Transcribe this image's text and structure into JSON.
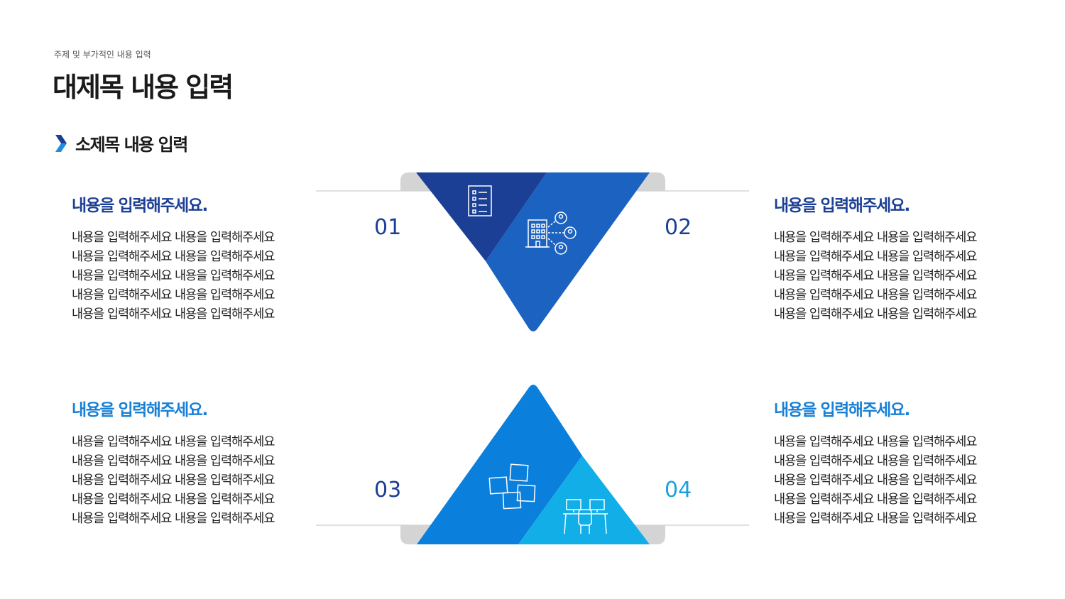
{
  "header": {
    "subtitle": "주제 및 부가적인 내용 입력",
    "title": "대제목 내용 입력",
    "section_title": "소제목 내용 입력"
  },
  "blocks": [
    {
      "number": "01",
      "heading": "내용을 입력해주세요.",
      "lines": [
        "내용을 입력해주세요 내용을 입력해주세요",
        "내용을 입력해주세요 내용을 입력해주세요",
        "내용을 입력해주세요 내용을 입력해주세요",
        "내용을 입력해주세요 내용을 입력해주세요",
        "내용을 입력해주세요 내용을 입력해주세요"
      ]
    },
    {
      "number": "02",
      "heading": "내용을 입력해주세요.",
      "lines": [
        "내용을 입력해주세요 내용을 입력해주세요",
        "내용을 입력해주세요 내용을 입력해주세요",
        "내용을 입력해주세요 내용을 입력해주세요",
        "내용을 입력해주세요 내용을 입력해주세요",
        "내용을 입력해주세요 내용을 입력해주세요"
      ]
    },
    {
      "number": "03",
      "heading": "내용을 입력해주세요.",
      "lines": [
        "내용을 입력해주세요 내용을 입력해주세요",
        "내용을 입력해주세요 내용을 입력해주세요",
        "내용을 입력해주세요 내용을 입력해주세요",
        "내용을 입력해주세요 내용을 입력해주세요",
        "내용을 입력해주세요 내용을 입력해주세요"
      ]
    },
    {
      "number": "04",
      "heading": "내용을 입력해주세요.",
      "lines": [
        "내용을 입력해주세요 내용을 입력해주세요",
        "내용을 입력해주세요 내용을 입력해주세요",
        "내용을 입력해주세요 내용을 입력해주세요",
        "내용을 입력해주세요 내용을 입력해주세요",
        "내용을 입력해주세요 내용을 입력해주세요"
      ]
    }
  ],
  "icons": [
    "checklist-icon",
    "building-network-icon",
    "sticky-notes-icon",
    "workspace-desks-icon"
  ],
  "colors": {
    "navy": "#1b3f94",
    "royal_blue": "#1c62c0",
    "blue": "#0a7fdb",
    "sky": "#12aee8",
    "gray_tab": "#d4d4d4",
    "text": "#222222"
  }
}
